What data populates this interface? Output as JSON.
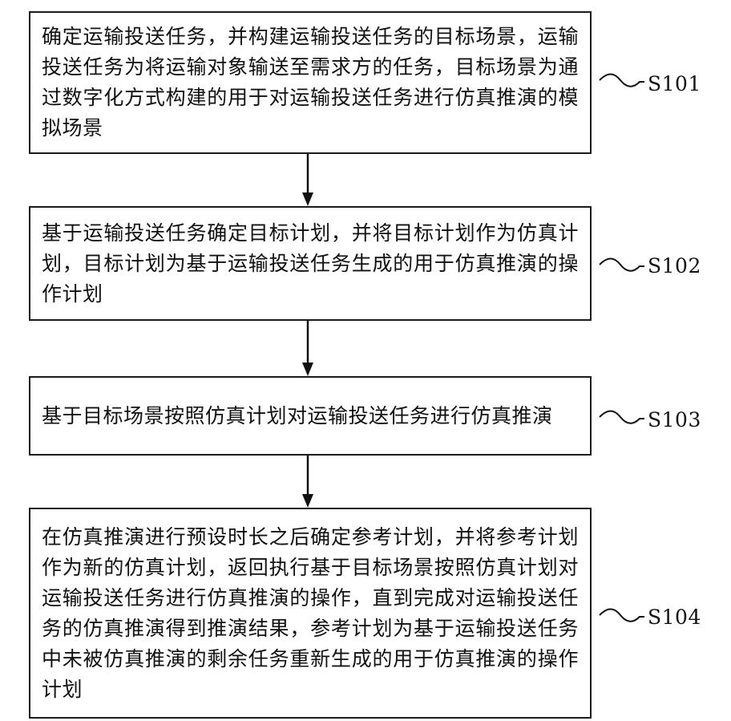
{
  "steps": [
    {
      "id": "S101",
      "text": "确定运输投送任务，并构建运输投送任务的目标场景，运输投送任务为将运输对象输送至需求方的任务，目标场景为通过数字化方式构建的用于对运输投送任务进行仿真推演的模拟场景"
    },
    {
      "id": "S102",
      "text": "基于运输投送任务确定目标计划，并将目标计划作为仿真计划，目标计划为基于运输投送任务生成的用于仿真推演的操作计划"
    },
    {
      "id": "S103",
      "text": "基于目标场景按照仿真计划对运输投送任务进行仿真推演"
    },
    {
      "id": "S104",
      "text": "在仿真推演进行预设时长之后确定参考计划，并将参考计划作为新的仿真计划，返回执行基于目标场景按照仿真计划对运输投送任务进行仿真推演的操作，直到完成对运输投送任务的仿真推演得到推演结果，参考计划为基于运输投送任务中未被仿真推演的剩余任务重新生成的用于仿真推演的操作计划"
    }
  ]
}
